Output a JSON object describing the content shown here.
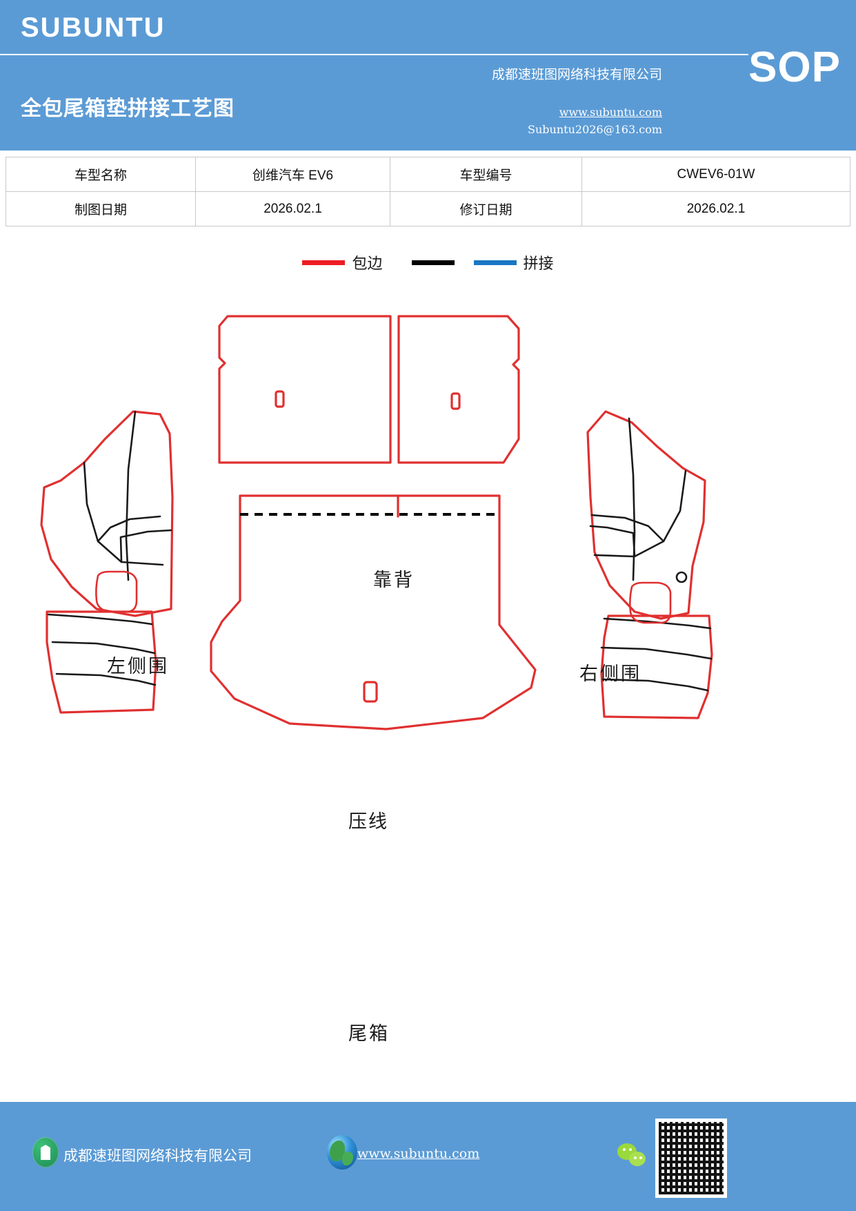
{
  "header": {
    "brand": "SUBUNTU",
    "doc_title": "全包尾箱垫拼接工艺图",
    "company": "成都速班图网络科技有限公司",
    "website": "www.subuntu.com",
    "email": "Subuntu2026@163.com",
    "badge": "SOP",
    "background_color": "#5B9BD5"
  },
  "info_table": {
    "rows": [
      {
        "label_1": "车型名称",
        "value_1": "创维汽车 EV6",
        "label_2": "车型编号",
        "value_2": "CWEV6-01W"
      },
      {
        "label_1": "制图日期",
        "value_1": "2026.02.1",
        "label_2": "修订日期",
        "value_2": "2026.02.1"
      }
    ]
  },
  "legend": {
    "items": [
      {
        "label": "包边",
        "color": "#ee1c25",
        "style": "solid"
      },
      {
        "label": "拼接",
        "color": "#000000",
        "color_2": "#1877c4",
        "style": "solid"
      }
    ]
  },
  "diagram": {
    "title": "全包尾箱垫拼接工艺图",
    "labels": {
      "backrest": "靠背",
      "left_side": "左侧围",
      "right_side": "右侧围",
      "press_line": "压线",
      "trunk": "尾箱"
    },
    "colors": {
      "edging": "#e03030",
      "seam": "#1a1a1a",
      "press_line": "#000000"
    },
    "parts": [
      {
        "name": "backrest-left-panel",
        "label": "靠背"
      },
      {
        "name": "backrest-right-panel",
        "label": "靠背"
      },
      {
        "name": "left-side-panel",
        "label": "左侧围"
      },
      {
        "name": "right-side-panel",
        "label": "右侧围"
      },
      {
        "name": "trunk-floor-panel",
        "label": "尾箱"
      }
    ]
  },
  "footer": {
    "company": "成都速班图网络科技有限公司",
    "website": "www.subuntu.com",
    "background_color": "#5B9BD5",
    "icons": [
      "building-icon",
      "globe-icon",
      "wechat-icon",
      "qr-code"
    ]
  }
}
